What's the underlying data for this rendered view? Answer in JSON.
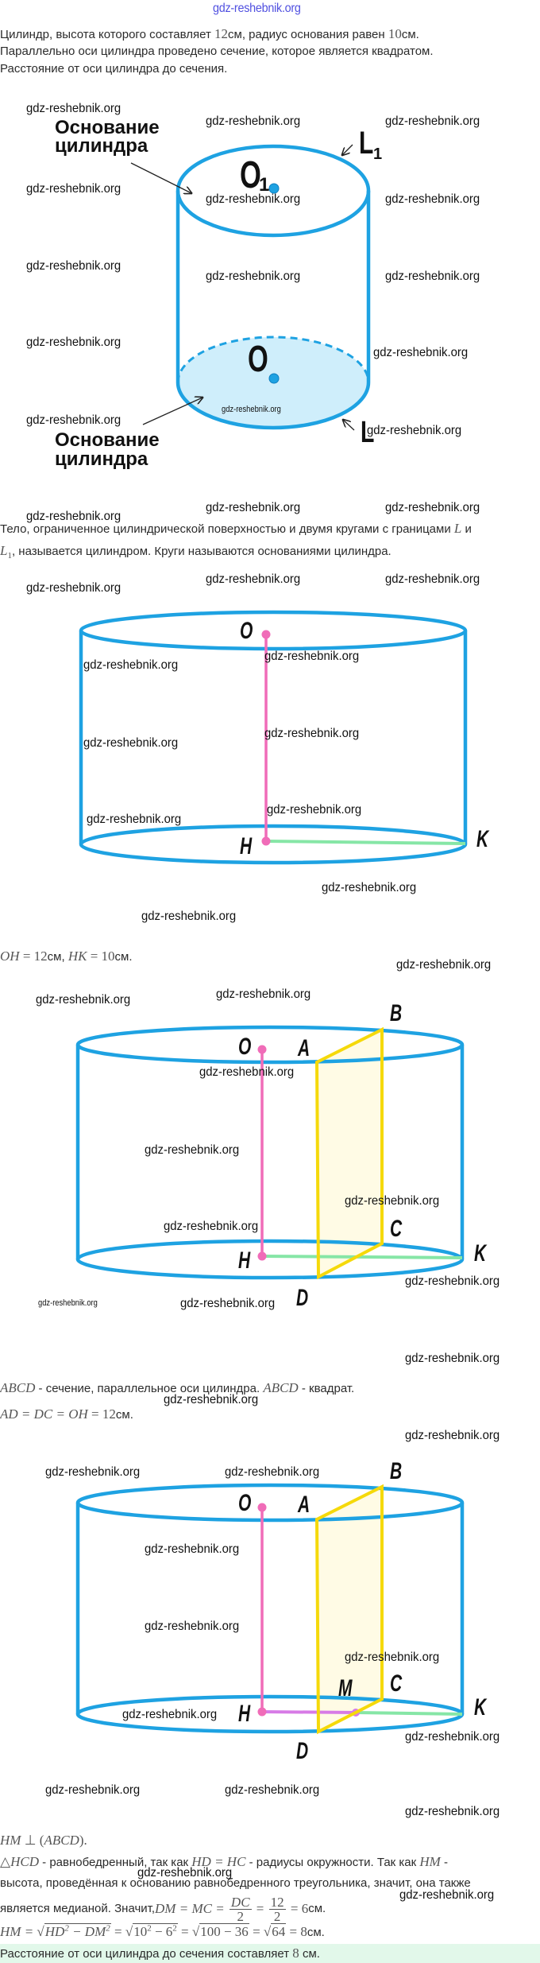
{
  "header": {
    "watermark": "gdz-reshebnik.org"
  },
  "watermark": "gdz-reshebnik.org",
  "problem": {
    "l1_a": "Цилиндр, высота которого составляет ",
    "l1_h": "12",
    "l1_b": "см, радиус основания равен ",
    "l1_r": "10",
    "l1_c": "см.",
    "l2": "Параллельно оси цилиндра проведено сечение, которое является квадратом.",
    "l3": "Расстояние от оси цилиндра до сечения."
  },
  "figure1": {
    "base_line1": "Основание",
    "base_line2": "цилиндра",
    "o1": "O",
    "o1_sub": "1",
    "o": "O",
    "l1": "L",
    "l1_sub": "1",
    "l": "L"
  },
  "definition": {
    "l1_a": "Тело, ограниченное цилиндрической поверхностью и двумя кругами с границами ",
    "l1_L": "L",
    "l1_b": " и",
    "l2_L": "L",
    "l2_sub": "1",
    "l2_b": ", называется цилиндром. Круги называются основаниями цилиндра."
  },
  "figure2": {
    "o": "O",
    "h": "H",
    "k": "K"
  },
  "given": {
    "oh": "OH",
    "oh_val": " = 12",
    "unit1": "см, ",
    "hk": "HK",
    "hk_val": " = 10",
    "unit2": "см."
  },
  "figure3": {
    "o": "O",
    "a": "A",
    "b": "B",
    "c": "C",
    "d": "D",
    "h": "H",
    "k": "K"
  },
  "section": {
    "abcd": "ABCD",
    "t1": " - сечение, параллельное оси цилиндра. ",
    "t2": " - квадрат.",
    "eq": "AD = DC = OH",
    "eq_val": " = 12",
    "unit": "см."
  },
  "figure4": {
    "o": "O",
    "a": "A",
    "b": "B",
    "c": "C",
    "d": "D",
    "h": "H",
    "k": "K",
    "m": "M"
  },
  "solution": {
    "perp_hm": "HM",
    "perp_sym": " ⊥ (",
    "perp_abcd": "ABCD",
    "perp_end": ").",
    "tri_sym": "△",
    "tri_hcd": "HCD",
    "tri_t1": " - равнобедренный, так как ",
    "tri_eq": "HD = HC",
    "tri_t2": " - радиусы окружности. Так как ",
    "tri_hm": "HM",
    "tri_t3": " -",
    "l3": "высота, проведённая к основанию равнобедренного треугольника, значит, она также",
    "med_t1": "является медианой. Значит, ",
    "med_eq": "DM = MC = ",
    "f1_num": "DC",
    "f1_den": "2",
    "eq_sign": " = ",
    "f2_num": "12",
    "f2_den": "2",
    "med_res": " = 6",
    "unit": "см.",
    "hm_lhs": "HM = ",
    "hm_hd": "HD",
    "sq": "2",
    "hm_minus_dm": " − DM",
    "hm_10": "10",
    "hm_minus_6": " − 6",
    "hm_r3": "100 − 36",
    "hm_r4": "64",
    "hm_res": " = 8"
  },
  "answer": {
    "t1": "Расстояние от оси цилиндра до сечения составляет ",
    "val": "8",
    "t2": " см."
  },
  "colors": {
    "cylinder": "#1ea2e2",
    "axis": "#f06cb8",
    "radius": "#86e6a6",
    "section": "#f5d90a",
    "hm": "#d77be6",
    "answer_bg": "#e2f8ea"
  }
}
